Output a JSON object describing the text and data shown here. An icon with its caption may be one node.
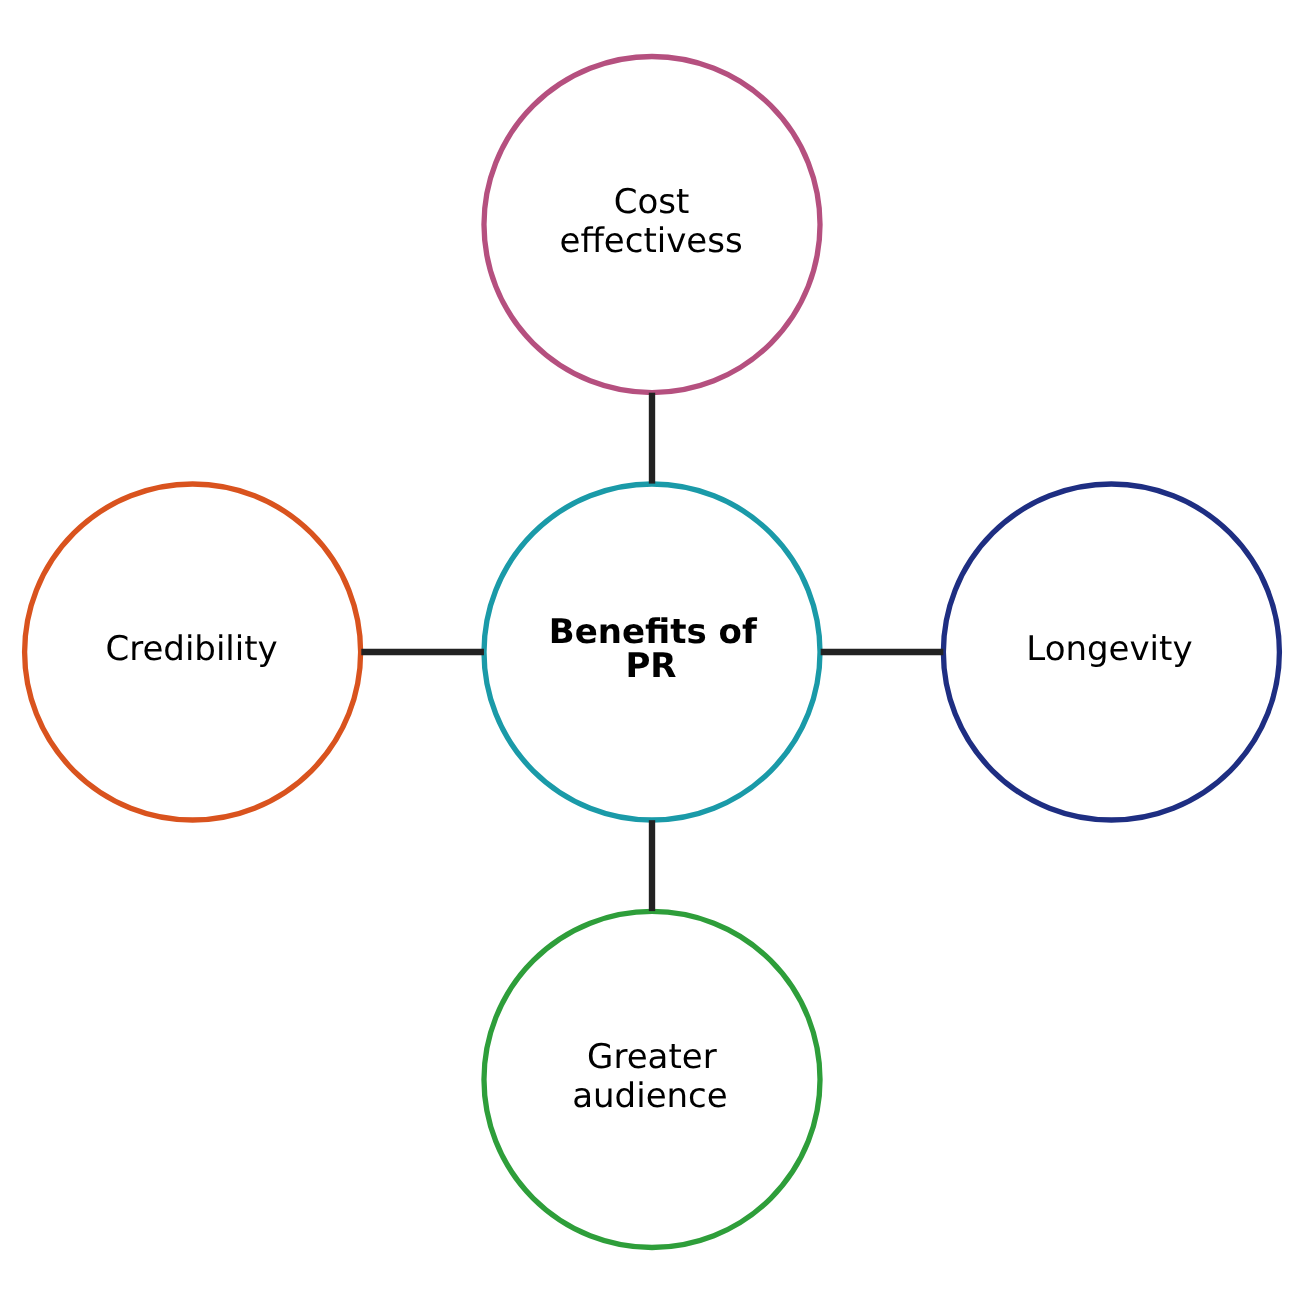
{
  "diagram": {
    "nodes": [
      {
        "text": [
          "Cost effectivess"
        ]
      },
      {
        "text": [
          "Credibility"
        ]
      },
      {
        "text": [
          "Benefits of PR"
        ]
      },
      {
        "text": [
          "Longevity"
        ]
      },
      {
        "text": [
          "Greater audience"
        ]
      }
    ],
    "edges": [
      {
        "from": 0,
        "to": 2,
        "arrow": "none"
      },
      {
        "from": 1,
        "to": 2,
        "arrow": "none"
      },
      {
        "from": 2,
        "to": 3,
        "arrow": "none"
      },
      {
        "from": 2,
        "to": 4,
        "arrow": "none"
      }
    ]
  }
}
